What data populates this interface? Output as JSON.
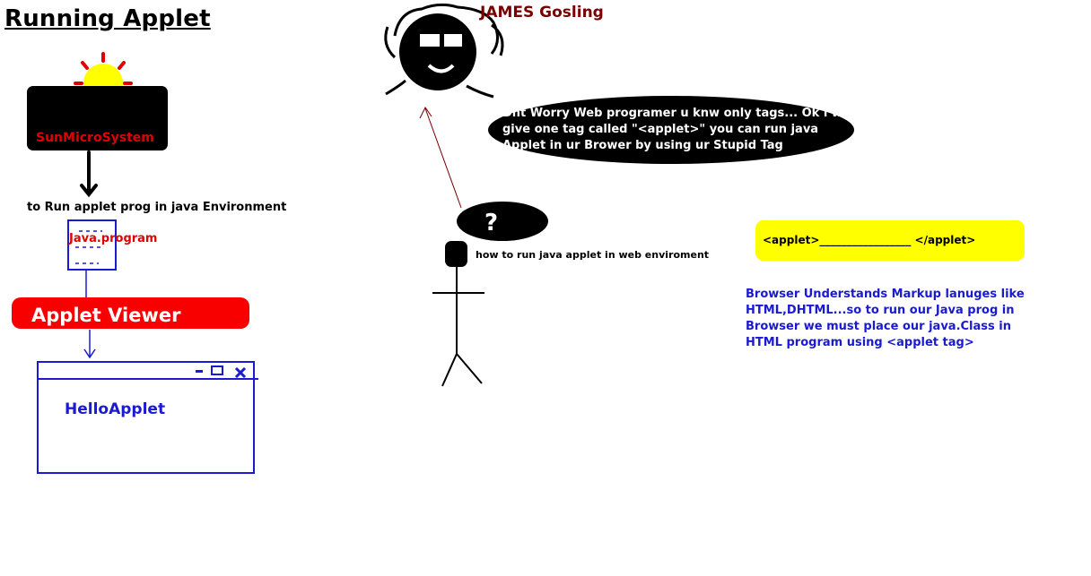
{
  "title": "Running Applet",
  "sun_box": {
    "label": "SunMicroSystem"
  },
  "env_label": "to Run applet prog in java Environment",
  "java_program": {
    "label": "Java.program"
  },
  "applet_viewer": {
    "label": "Applet Viewer"
  },
  "window": {
    "label": "HelloApplet",
    "controls": {
      "minimize": "-",
      "close": "x"
    }
  },
  "gosling": {
    "name": "JAMES Gosling",
    "speech": "Dnt Worry Web programer u knw only tags... Ok i well give one tag called \"<applet>\" you can run java Applet in ur Brower by using ur Stupid Tag"
  },
  "stick_figure": {
    "question": "?",
    "caption": "how to run java applet in web enviroment"
  },
  "applet_tag": "<applet>_________________ </applet>",
  "browser_note": "Browser Understands Markup lanuges like HTML,DHTML...so to run our Java prog in Browser we must place our java.Class in HTML program using <applet tag>",
  "colors": {
    "sun_yellow": "#ffff00",
    "sun_red": "#e00000",
    "blue": "#1a1ad0",
    "viewer_red": "#f80000",
    "gosling_dark_red": "#7a0000",
    "tag_yellow": "#ffff00"
  }
}
